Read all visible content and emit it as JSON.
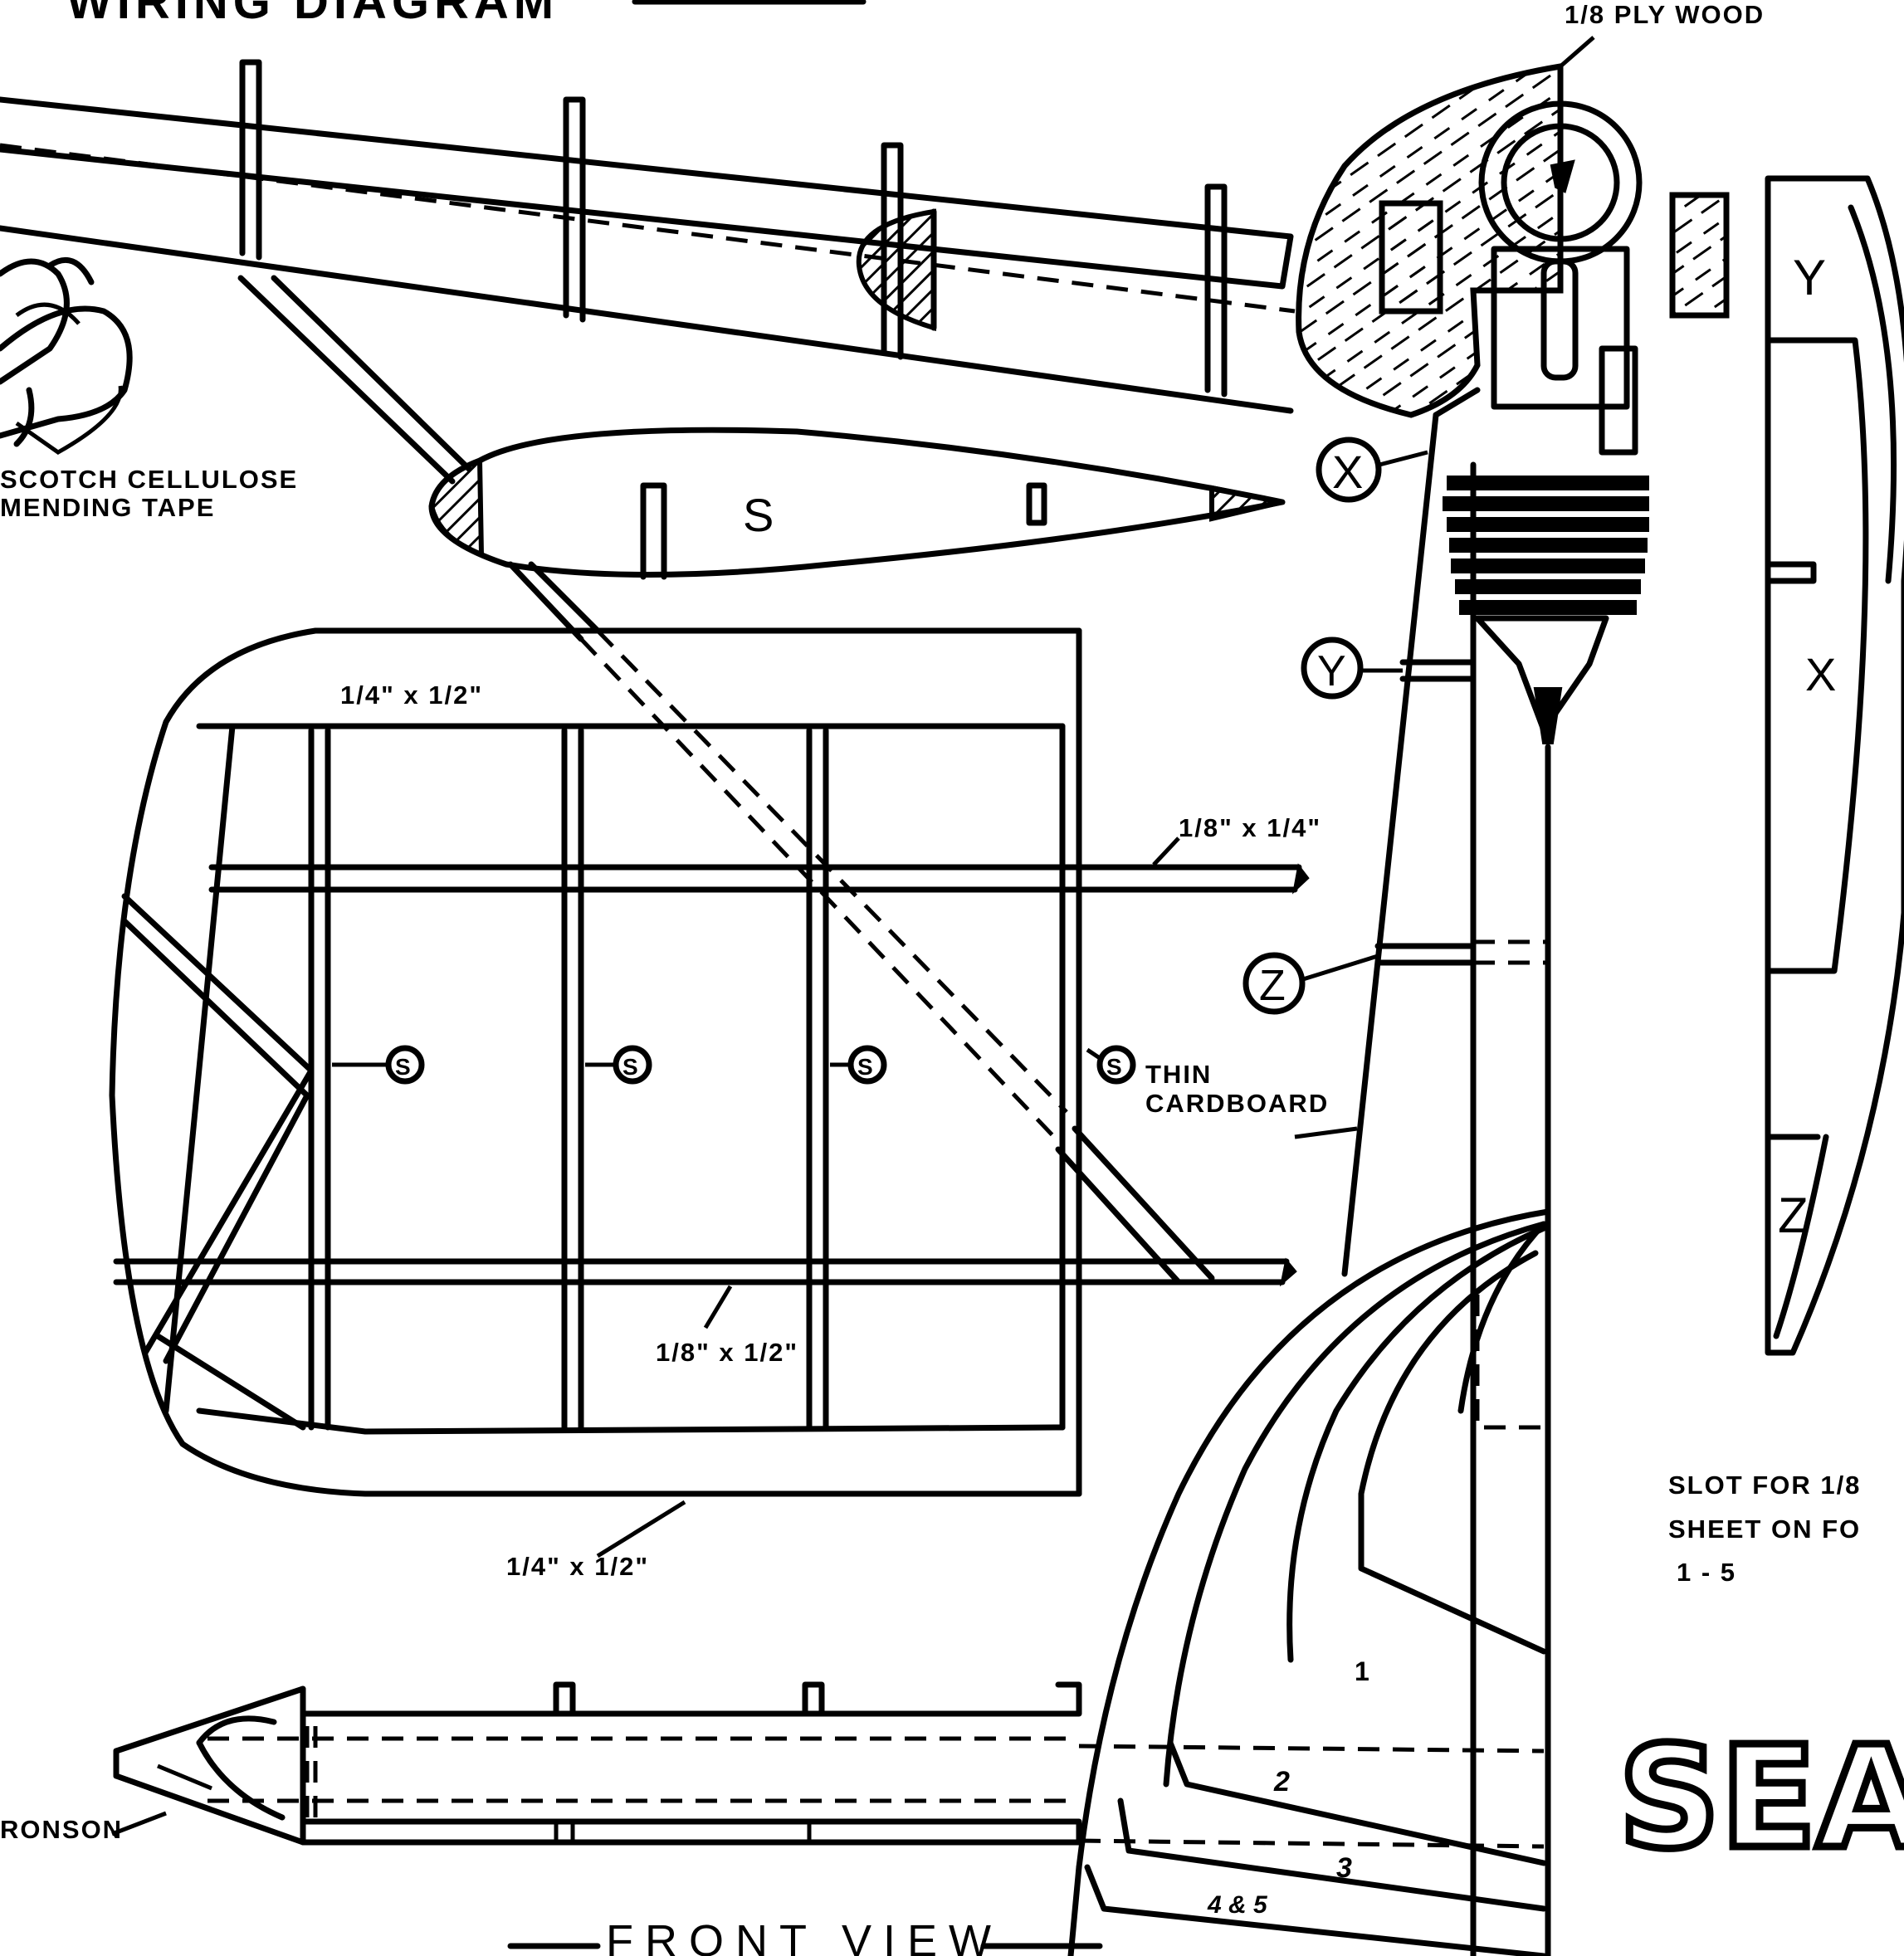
{
  "diagram": {
    "header_title": "WIRING DIAGRAM",
    "plywood_note": "1/8 PLY WOOD",
    "tape_note_line1": "SCOTCH CELLULOSE",
    "tape_note_line2": "MENDING TAPE",
    "rib_letter": "S",
    "dim_top_spar": "1/4\" x 1/2\"",
    "dim_upper_spar": "1/8\" x 1/4\"",
    "dim_lower_spar": "1/8\" x 1/2\"",
    "dim_bottom_spar": "1/4\" x 1/2\"",
    "rib_callout": "S",
    "cardboard_note_line1": "THIN",
    "cardboard_note_line2": "CARDBOARD",
    "former_x": "X",
    "former_y": "Y",
    "former_z": "Z",
    "slot_note_line1": "SLOT FOR 1/8",
    "slot_note_line2": "SHEET ON FO",
    "slot_note_line3": "1 - 5",
    "former_1": "1",
    "former_2": "2",
    "former_3": "3",
    "former_45": "4 & 5",
    "ronson_note": "RONSON",
    "front_view": "FRONT VIEW",
    "title": "SEA LIO"
  }
}
